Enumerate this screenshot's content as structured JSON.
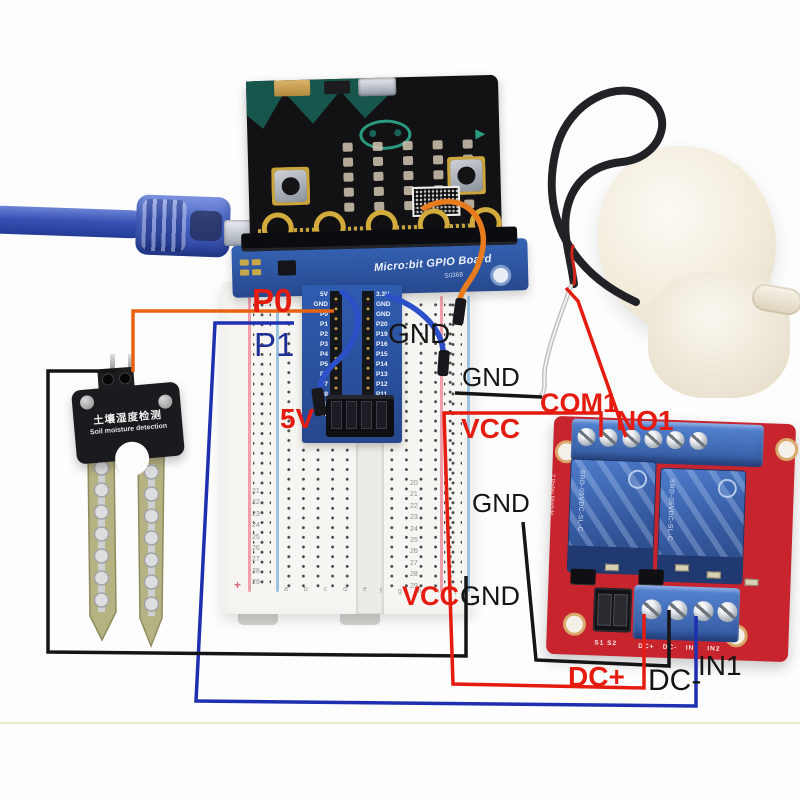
{
  "annotations": {
    "p0": "P0",
    "p1": "P1",
    "v5": "5V",
    "gnd_top": "GND",
    "gnd_pump": "GND",
    "gnd_mid": "GND",
    "gnd_bot": "GND",
    "vcc_top": "VCC",
    "vcc_bot": "VCC",
    "com1": "COM1",
    "no1": "NO1",
    "dc_plus": "DC+",
    "dc_minus": "DC-",
    "in1": "IN1",
    "colors": {
      "red_wire": "#e51b10",
      "black_wire": "#151515",
      "blue_wire": "#1e2fb0",
      "orange_wire": "#e8620f"
    }
  },
  "breakout": {
    "title": "Micro:bit GPIO Board",
    "part": "S0368"
  },
  "tboard": {
    "left_pins": "5V\nGND\nP0\nP1\nP2\nP3\nP4\nP5\nP6\nP7\nP8\nP9\n5V",
    "right_pins": "3.3V\nGND\nGND\nP20\nP19\nP16\nP15\nP14\nP13\nP12\nP11\nP10\n3.3V"
  },
  "breadboard": {
    "plus": "+",
    "cols_left": "a b c d e",
    "cols_right": "f g h i j",
    "rows_left": "21\n22\n23\n24\n25\n26\n27\n28\n29",
    "rows_right": "20\n21\n22\n23\n24\n25\n26\n27\n28\n29"
  },
  "sensor": {
    "title_zh": "土壤湿度检测",
    "title_en": "Soil moisture detection"
  },
  "relay": {
    "side_label": "2 Relay Module",
    "model1": "SRD-05VDC-SL-C",
    "model2": "SRD-05VDC-SL-C",
    "silk_jumper": "S1 S2",
    "silk_bottom": "DC+   DC-   IN1   IN2"
  }
}
